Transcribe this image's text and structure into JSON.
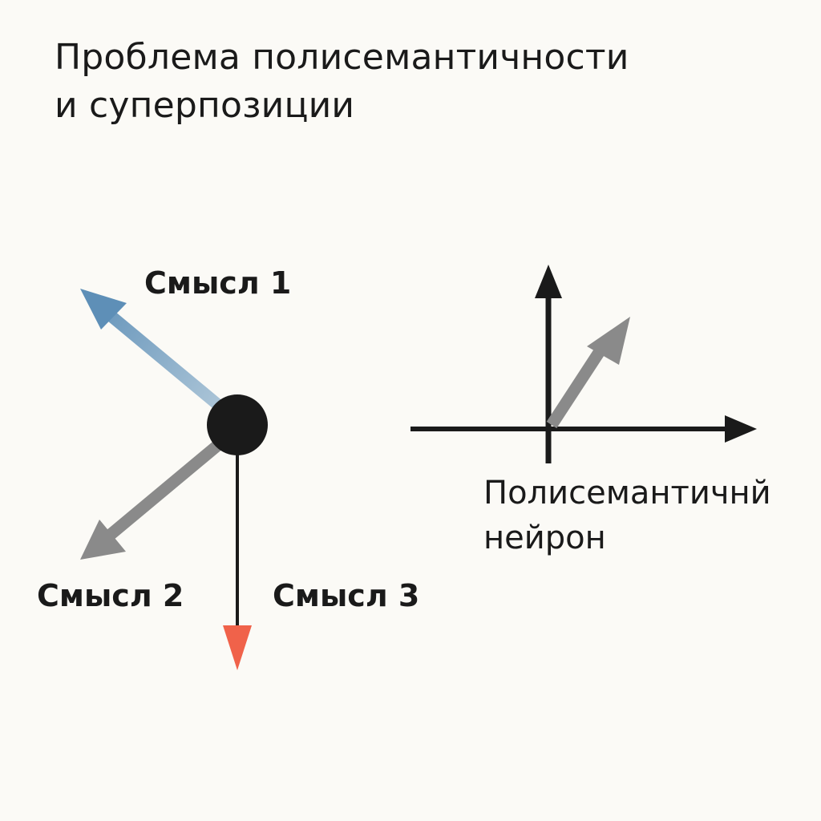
{
  "title": {
    "line1": "Проблема полисемантичности",
    "line2": "и суперпозиции"
  },
  "left_diagram": {
    "meaning1_label": "Смысл 1",
    "meaning2_label": "Смысл 2",
    "meaning3_label": "Смысл 3",
    "colors": {
      "meaning1": "#6f9fc2",
      "meaning2": "#8a8a8a",
      "meaning3": "#f0624a",
      "node": "#1a1a1a"
    }
  },
  "right_diagram": {
    "label_line1": "Полисемантичнй",
    "label_line2": "нейрон",
    "colors": {
      "axes": "#1a1a1a",
      "vector": "#8a8a8a"
    }
  }
}
